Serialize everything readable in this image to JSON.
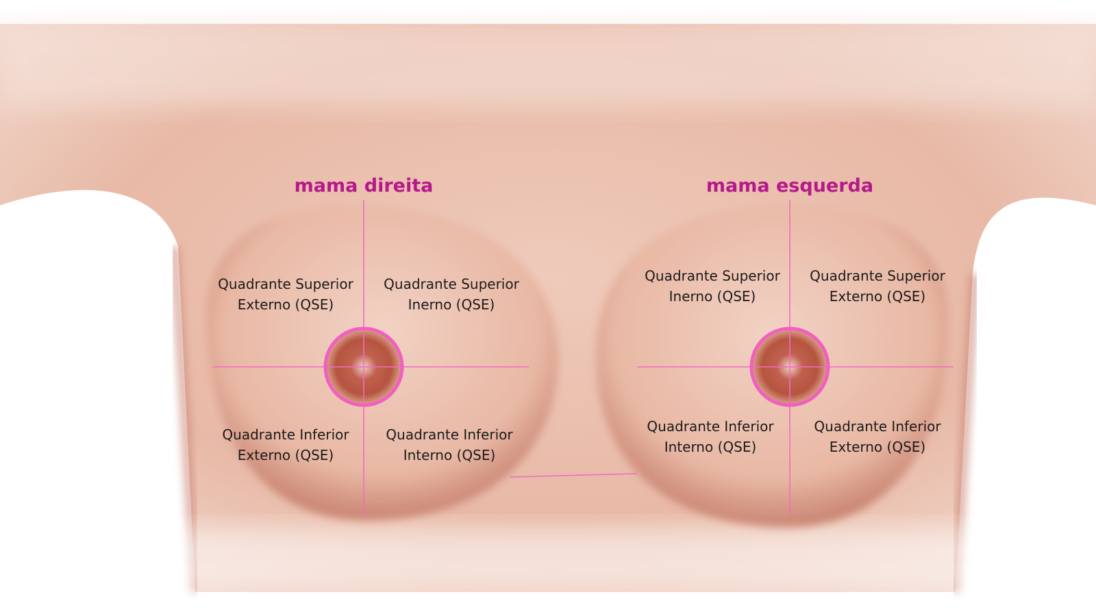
{
  "colors": {
    "title": "#b5198a",
    "guide_lines": "#f26bc4",
    "skin": "#e8b9a6"
  },
  "right_breast": {
    "title": "mama direita",
    "upper_left": {
      "line1": "Quadrante Superior",
      "line2": "Externo (QSE)"
    },
    "upper_right": {
      "line1": "Quadrante Superior",
      "line2": "Inerno (QSE)"
    },
    "lower_left": {
      "line1": "Quadrante Inferior",
      "line2": "Externo (QSE)"
    },
    "lower_right": {
      "line1": "Quadrante Inferior",
      "line2": "Interno (QSE)"
    }
  },
  "left_breast": {
    "title": "mama esquerda",
    "upper_left": {
      "line1": "Quadrante Superior",
      "line2": "Inerno (QSE)"
    },
    "upper_right": {
      "line1": "Quadrante Superior",
      "line2": "Externo (QSE)"
    },
    "lower_left": {
      "line1": "Quadrante Inferior",
      "line2": "Interno (QSE)"
    },
    "lower_right": {
      "line1": "Quadrante Inferior",
      "line2": "Externo (QSE)"
    }
  }
}
